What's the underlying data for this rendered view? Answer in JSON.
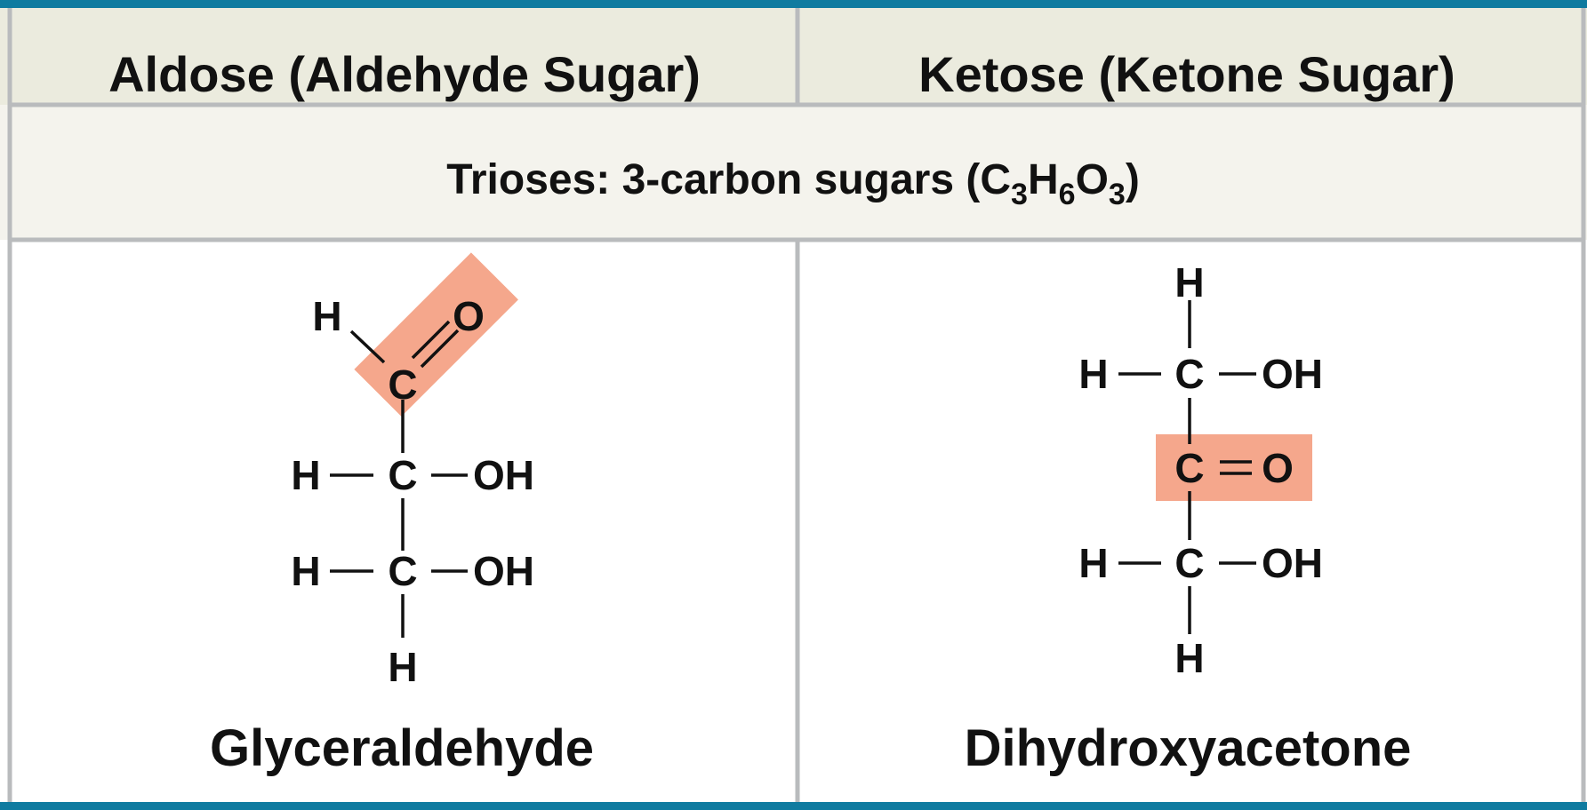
{
  "table": {
    "col_aldose": "Aldose (Aldehyde Sugar)",
    "col_ketose": "Ketose (Ketone Sugar)",
    "row_label": {
      "prefix": "Trioses: 3-carbon sugars (C",
      "s3a": "3",
      "h": "H",
      "s6": "6",
      "o": "O",
      "s3b": "3",
      "suffix": ")"
    }
  },
  "aldose": {
    "name": "Glyceraldehyde",
    "atoms": {
      "top_h": "H",
      "carbonyl_o": "O",
      "c1": "C",
      "h2": "H",
      "c2": "C",
      "oh2": "OH",
      "h3": "H",
      "c3": "C",
      "oh3": "OH",
      "bottom_h": "H"
    }
  },
  "ketose": {
    "name": "Dihydroxyacetone",
    "atoms": {
      "top_h": "H",
      "h1": "H",
      "c1": "C",
      "oh1": "OH",
      "c2": "C",
      "carbonyl_o": "O",
      "h3": "H",
      "c3": "C",
      "oh3": "OH",
      "bottom_h": "H"
    }
  },
  "colors": {
    "border": "#0f7ba0",
    "header_bg": "#ebebde",
    "row_bg": "#f4f3ed",
    "divider": "#b9bbbd",
    "highlight": "#f5a78c"
  }
}
